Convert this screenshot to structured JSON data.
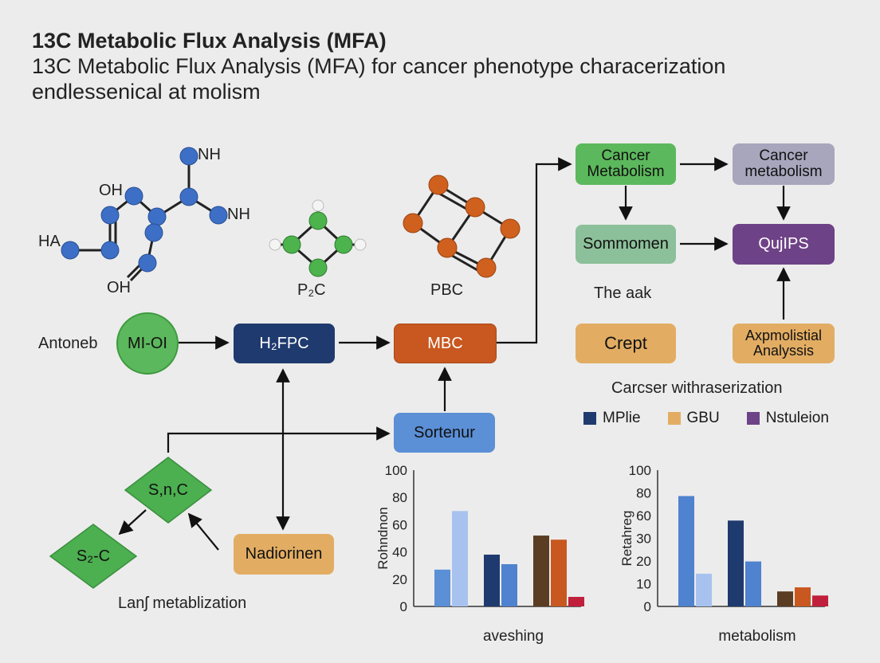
{
  "header": {
    "title": "13C Metabolic Flux Analysis (MFA)",
    "subtitle": "13C Metabolic Flux Analysis (MFA) for cancer phenotype characerization",
    "subtitle2": "endlessenical at molism"
  },
  "molecules": {
    "m1_labels": [
      "NH",
      "OH",
      "NH",
      "HA",
      "OH"
    ],
    "m2_label": "P₂C",
    "m3_label": "PBC"
  },
  "nodes": {
    "antoneb": "Antoneb",
    "mi_oi": "MI-OI",
    "h2fpc": "H₂FPC",
    "mbc": "MBC",
    "sortenur": "Sortenur",
    "snc": "S,n,C",
    "s2c": "S₂-C",
    "nadiorinen": "Nadiorinen",
    "land_metab": "Lanʃ metablization",
    "cancer_metabolism_1": "Cancer Metabolism",
    "cancer_metabolism_2": "Cancer metabolism",
    "sommomen": "Sommomen",
    "qujips": "QujIPS",
    "the_aak": "The aak",
    "crept": "Crept",
    "axpmolistial": "Axpmolistial Analyssis",
    "carcser": "Carcser withraserization"
  },
  "legend": [
    {
      "label": "MPlie",
      "color": "#1f3a6e"
    },
    {
      "label": "GBU",
      "color": "#e2ad63"
    },
    {
      "label": "Nstuleion",
      "color": "#6e4287"
    }
  ],
  "colors": {
    "green": "#5cb85c",
    "navy": "#1f3a6e",
    "orange": "#c8581f",
    "blue": "#5b8fd6",
    "sand": "#e2ad63",
    "sage": "#8cc09a",
    "lavender": "#a8a6bd",
    "purple": "#6e4287"
  },
  "chart_data": [
    {
      "type": "bar",
      "ylabel": "Rohndnon",
      "xlabel": "aveshing",
      "yticks": [
        0,
        20,
        40,
        60,
        80,
        100
      ],
      "ylim": [
        0,
        100
      ],
      "groups": [
        {
          "values": [
            27,
            70
          ],
          "colors": [
            "#5b8fd6",
            "#a8c2ef"
          ]
        },
        {
          "values": [
            38,
            31
          ],
          "colors": [
            "#1f3a6e",
            "#4f82cf"
          ]
        },
        {
          "values": [
            52,
            49,
            7
          ],
          "colors": [
            "#5a3d22",
            "#c8581f",
            "#c0203c"
          ]
        }
      ]
    },
    {
      "type": "bar",
      "ylabel": "Retahreg",
      "xlabel": "metabolism",
      "yticks": [
        0,
        10,
        20,
        30,
        60,
        80,
        100
      ],
      "ylim": [
        0,
        100
      ],
      "groups": [
        {
          "values": [
            81,
            24
          ],
          "colors": [
            "#4f82cf",
            "#a8c2ef"
          ]
        },
        {
          "values": [
            63,
            33
          ],
          "colors": [
            "#1f3a6e",
            "#4f82cf"
          ]
        },
        {
          "values": [
            11,
            14,
            8
          ],
          "colors": [
            "#5a3d22",
            "#c8581f",
            "#c0203c"
          ]
        }
      ]
    }
  ]
}
